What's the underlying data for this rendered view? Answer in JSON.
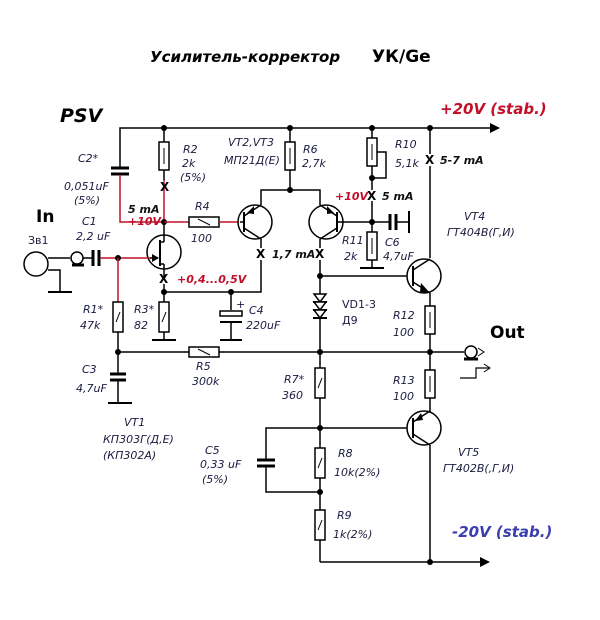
{
  "title": {
    "main": "Усилитель-корректор",
    "model": "УК/Ge"
  },
  "labels": {
    "psv": "PSV",
    "input": "In",
    "output": "Out",
    "input_jack": "Зв1"
  },
  "rails": {
    "positive": "+20V (stab.)",
    "negative": "-20V (stab.)",
    "positive_color": "#c0102a",
    "negative_color": "#3a3fb0"
  },
  "components": {
    "C1": {
      "ref": "C1",
      "value": "2,2 uF"
    },
    "C2": {
      "ref": "C2*",
      "value": "0,051uF",
      "tol": "(5%)"
    },
    "C3": {
      "ref": "C3",
      "value": "4,7uF"
    },
    "C4": {
      "ref": "C4",
      "value": "220uF",
      "polarity": "+"
    },
    "C5": {
      "ref": "C5",
      "value": "0,33 uF",
      "tol": "(5%)"
    },
    "C6": {
      "ref": "C6",
      "value": "4,7uF"
    },
    "R1": {
      "ref": "R1*",
      "value": "47k"
    },
    "R2": {
      "ref": "R2",
      "value": "2k",
      "tol": "(5%)"
    },
    "R3": {
      "ref": "R3*",
      "value": "82"
    },
    "R4": {
      "ref": "R4",
      "value": "100"
    },
    "R5": {
      "ref": "R5",
      "value": "300k"
    },
    "R6": {
      "ref": "R6",
      "value": "2,7k"
    },
    "R7": {
      "ref": "R7*",
      "value": "360"
    },
    "R8": {
      "ref": "R8",
      "value": "10k(2%)"
    },
    "R9": {
      "ref": "R9",
      "value": "1k(2%)"
    },
    "R10": {
      "ref": "R10",
      "value": "5,1k"
    },
    "R11": {
      "ref": "R11",
      "value": "2k"
    },
    "R12": {
      "ref": "R12",
      "value": "100"
    },
    "R13": {
      "ref": "R13",
      "value": "100"
    },
    "VT1": {
      "ref": "VT1",
      "type": "КП303Г(Д,Е)",
      "alt": "(КП302А)"
    },
    "VT23": {
      "ref": "VT2,VT3",
      "type": "МП21Д(Е)"
    },
    "VT4": {
      "ref": "VT4",
      "type": "ГТ404В(Г,И)"
    },
    "VT5": {
      "ref": "VT5",
      "type": "ГТ402В(,Г,И)"
    },
    "VD": {
      "ref": "VD1-3",
      "type": "Д9"
    }
  },
  "measurements": {
    "vt1_drain_current": "5 mA",
    "vt1_drain_voltage": "+10V",
    "vt1_source_voltage": "+0,4...0,5V",
    "diff_pair_current": "1,7 mA",
    "r10_voltage": "+10V",
    "r10_current": "5 mA",
    "output_stage_current": "5-7 mA",
    "test_point_mark": "X"
  }
}
